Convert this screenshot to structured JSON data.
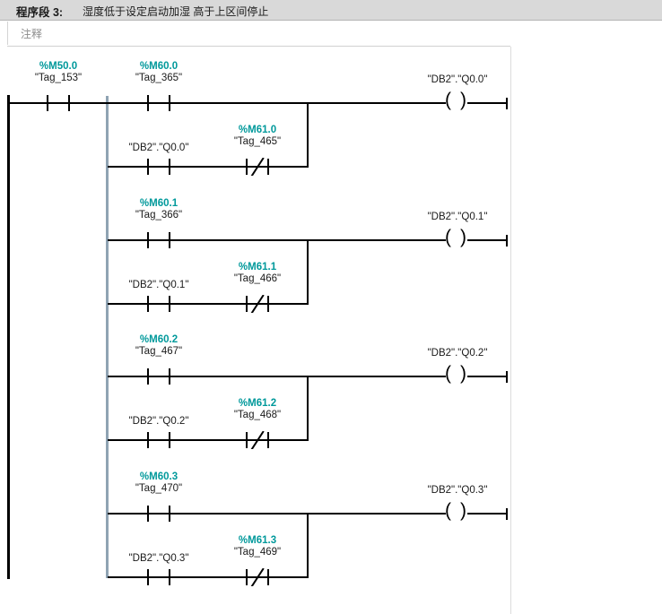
{
  "network": {
    "title": "程序段 3:",
    "description": "湿度低于设定启动加湿 高于上区间停止",
    "comment_placeholder": "注释"
  },
  "colors": {
    "address": "#00999b",
    "tag": "#1a1a1a",
    "wire": "#000000",
    "branch_rail": "#8fa3b3",
    "titlebar": "#d9d9d9"
  },
  "rungs": [
    {
      "id": "rung-1",
      "series_contact": {
        "address": "%M50.0",
        "tag": "\"Tag_153\"",
        "type": "no"
      },
      "top_contact": {
        "address": "%M60.0",
        "tag": "\"Tag_365\"",
        "type": "no"
      },
      "branch_contact_1": {
        "address": "",
        "tag": "\"DB2\".\"Q0.0\"",
        "type": "no"
      },
      "branch_contact_2": {
        "address": "%M61.0",
        "tag": "\"Tag_465\"",
        "type": "nc"
      },
      "coil": {
        "address": "",
        "tag": "\"DB2\".\"Q0.0\"",
        "type": "coil"
      }
    },
    {
      "id": "rung-2",
      "top_contact": {
        "address": "%M60.1",
        "tag": "\"Tag_366\"",
        "type": "no"
      },
      "branch_contact_1": {
        "address": "",
        "tag": "\"DB2\".\"Q0.1\"",
        "type": "no"
      },
      "branch_contact_2": {
        "address": "%M61.1",
        "tag": "\"Tag_466\"",
        "type": "nc"
      },
      "coil": {
        "address": "",
        "tag": "\"DB2\".\"Q0.1\"",
        "type": "coil"
      }
    },
    {
      "id": "rung-3",
      "top_contact": {
        "address": "%M60.2",
        "tag": "\"Tag_467\"",
        "type": "no"
      },
      "branch_contact_1": {
        "address": "",
        "tag": "\"DB2\".\"Q0.2\"",
        "type": "no"
      },
      "branch_contact_2": {
        "address": "%M61.2",
        "tag": "\"Tag_468\"",
        "type": "nc"
      },
      "coil": {
        "address": "",
        "tag": "\"DB2\".\"Q0.2\"",
        "type": "coil"
      }
    },
    {
      "id": "rung-4",
      "top_contact": {
        "address": "%M60.3",
        "tag": "\"Tag_470\"",
        "type": "no"
      },
      "branch_contact_1": {
        "address": "",
        "tag": "\"DB2\".\"Q0.3\"",
        "type": "no"
      },
      "branch_contact_2": {
        "address": "%M61.3",
        "tag": "\"Tag_469\"",
        "type": "nc"
      },
      "coil": {
        "address": "",
        "tag": "\"DB2\".\"Q0.3\"",
        "type": "coil"
      }
    }
  ]
}
